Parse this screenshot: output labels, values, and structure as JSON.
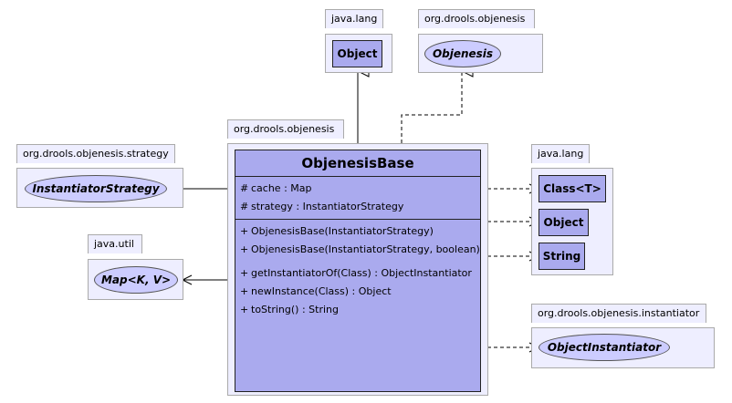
{
  "packages": {
    "java_lang_top": {
      "name": "java.lang",
      "classes": [
        "Object"
      ]
    },
    "drools_objenesis_top": {
      "name": "org.drools.objenesis",
      "interfaces": [
        "Objenesis"
      ]
    },
    "drools_objenesis_main": {
      "name": "org.drools.objenesis"
    },
    "strategy": {
      "name": "org.drools.objenesis.strategy",
      "interfaces": [
        "InstantiatorStrategy"
      ]
    },
    "java_util": {
      "name": "java.util",
      "interfaces": [
        "Map<K, V>"
      ]
    },
    "java_lang_right": {
      "name": "java.lang",
      "classes": [
        "Class<T>",
        "Object",
        "String"
      ]
    },
    "instantiator": {
      "name": "org.drools.objenesis.instantiator",
      "interfaces": [
        "ObjectInstantiator"
      ]
    }
  },
  "main_class": {
    "name": "ObjenesisBase",
    "fields": [
      {
        "visibility": "#",
        "text": "cache : Map"
      },
      {
        "visibility": "#",
        "text": "strategy : InstantiatorStrategy"
      }
    ],
    "methods": [
      {
        "visibility": "+",
        "text": "ObjenesisBase(InstantiatorStrategy)"
      },
      {
        "visibility": "+",
        "text": "ObjenesisBase(InstantiatorStrategy, boolean)"
      },
      {
        "visibility": "+",
        "text": "getInstantiatorOf(Class) : ObjectInstantiator"
      },
      {
        "visibility": "+",
        "text": "newInstance(Class) : Object"
      },
      {
        "visibility": "+",
        "text": "toString() : String"
      }
    ]
  }
}
